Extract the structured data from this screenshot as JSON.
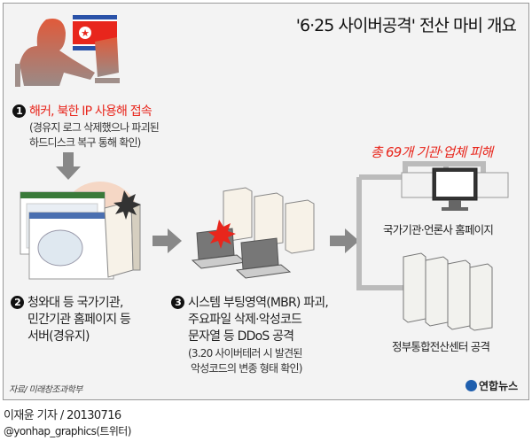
{
  "title": {
    "quoted": "'6·25 사이버공격'",
    "rest": " 전산 마비 개요"
  },
  "step1": {
    "number": "1",
    "headline": "해커, 북한 IP 사용해 접속",
    "detail_lines": [
      "(경유지 로그 삭제했으나 파괴된",
      "하드디스크 복구 통해 확인)"
    ]
  },
  "step2": {
    "number": "2",
    "lines": [
      "청와대 등 국가기관,",
      "민간기관 홈페이지 등",
      "서버(경유지)"
    ]
  },
  "step3": {
    "number": "3",
    "lines": [
      "시스템 부팅영역(MBR) 파괴,",
      "주요파일 삭제·악성코드",
      "문자열 등 DDoS 공격"
    ],
    "detail_lines": [
      "(3.20 사이버테러 시 발견된",
      " 악성코드의 변종 형태 확인)"
    ]
  },
  "damage": {
    "headline": "총 69개 기관·업체 피해",
    "targets": [
      "국가기관·언론사 홈페이지",
      "정부통합전산센터 공격"
    ]
  },
  "source": "자료/ 미래창조과학부",
  "logo": "연합뉴스",
  "byline": {
    "author": "이재윤 기자 / 20130716",
    "twitter": "@yonhap_graphics(트위터)"
  },
  "colors": {
    "accent_red": "#e8261c",
    "background": "#f3f3f3"
  }
}
